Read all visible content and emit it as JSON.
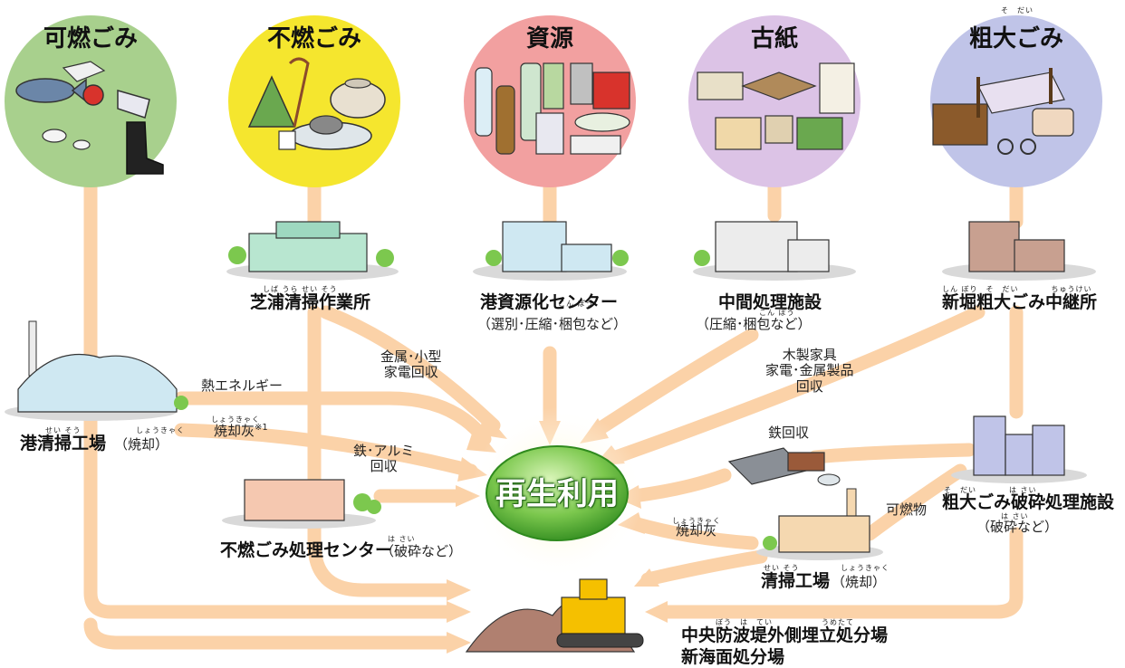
{
  "colors": {
    "flow": "#fbd2a8",
    "moeru": "#a8d08d",
    "funen": "#f5e62e",
    "shigen": "#f2a0a0",
    "koshi": "#dcc3e6",
    "sodai": "#c0c4e8",
    "hub_light": "#bfe9a0",
    "hub_dark": "#3f9a2a"
  },
  "categories": [
    {
      "label": "可燃ごみ",
      "ruby": ""
    },
    {
      "label": "不燃ごみ",
      "ruby": ""
    },
    {
      "label": "資源",
      "ruby": ""
    },
    {
      "label": "古紙",
      "ruby": ""
    },
    {
      "label": "粗大ごみ",
      "ruby": "そ　だい"
    }
  ],
  "facilities": {
    "shibaura": {
      "name": "芝浦清掃作業所",
      "ruby": "しば うら せい そう"
    },
    "minato_shigen": {
      "name": "港資源化センター",
      "sub": "（選別･圧縮･梱包など）",
      "ruby": "こん ぽう"
    },
    "chukan": {
      "name": "中間処理施設",
      "sub": "（圧縮･梱包など）",
      "ruby": "こん ぽう"
    },
    "shinbori": {
      "name": "新堀粗大ごみ中継所",
      "ruby": "しん ぼり　そ　だい　　　　ちゅうけい"
    },
    "minato_seiso": {
      "name": "港清掃工場",
      "sub": "（焼却）",
      "ruby1": "せい そう",
      "ruby2": "しょうきゃく"
    },
    "funen_center": {
      "name": "不燃ごみ処理センター",
      "sub": "（破砕など）",
      "ruby": "は さい"
    },
    "sodai_hasai": {
      "name": "粗大ごみ破砕処理施設",
      "sub": "（破砕など）",
      "ruby1": "そ　だい　　　　は さい",
      "ruby2": "は さい"
    },
    "seiso_kojo": {
      "name": "清掃工場",
      "sub": "（焼却）",
      "ruby1": "せい そう",
      "ruby2": "しょうきゃく"
    },
    "landfill": {
      "name1": "中央防波堤外側埋立処分場",
      "name2": "新海面処分場",
      "ruby": "ぼう　は　てい　　　　　　うめたて"
    }
  },
  "flow_labels": {
    "metal_small": [
      "金属･小型",
      "家電回収"
    ],
    "heat": "熱エネルギー",
    "ash1": "焼却灰",
    "ash1_ruby": "しょうきゃく",
    "ash1_note": "※1",
    "iron_al": [
      "鉄･アルミ",
      "回収"
    ],
    "wood": [
      "木製家具",
      "家電･金属製品",
      "回収"
    ],
    "iron": "鉄回収",
    "combustible": "可燃物",
    "ash2": "焼却灰",
    "ash2_ruby": "しょうきゃく"
  },
  "hub": {
    "label": "再生利用"
  }
}
